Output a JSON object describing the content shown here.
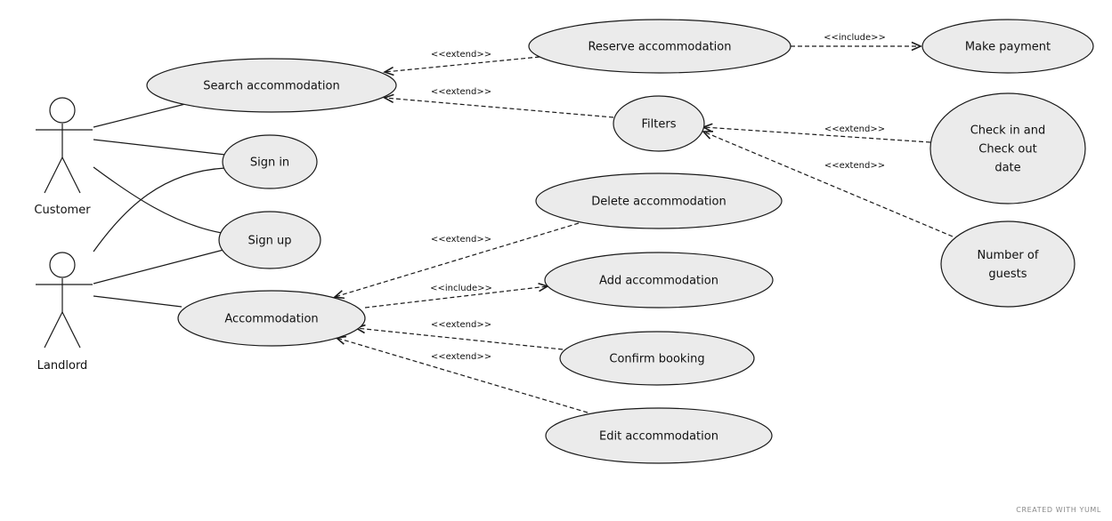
{
  "actors": [
    {
      "id": "customer",
      "label": "Customer"
    },
    {
      "id": "landlord",
      "label": "Landlord"
    }
  ],
  "use_cases": [
    {
      "id": "search",
      "lines": [
        "Search accommodation"
      ]
    },
    {
      "id": "reserve",
      "lines": [
        "Reserve accommodation"
      ]
    },
    {
      "id": "payment",
      "lines": [
        "Make payment"
      ]
    },
    {
      "id": "filters",
      "lines": [
        "Filters"
      ]
    },
    {
      "id": "checkin",
      "lines": [
        "Check in and",
        "Check out",
        "date"
      ]
    },
    {
      "id": "guests",
      "lines": [
        "Number of",
        "guests"
      ]
    },
    {
      "id": "signin",
      "lines": [
        "Sign in"
      ]
    },
    {
      "id": "signup",
      "lines": [
        "Sign up"
      ]
    },
    {
      "id": "delete",
      "lines": [
        "Delete accommodation"
      ]
    },
    {
      "id": "add",
      "lines": [
        "Add accommodation"
      ]
    },
    {
      "id": "accommodation",
      "lines": [
        "Accommodation"
      ]
    },
    {
      "id": "confirm",
      "lines": [
        "Confirm booking"
      ]
    },
    {
      "id": "edit",
      "lines": [
        "Edit accommodation"
      ]
    }
  ],
  "associations": [
    {
      "actor": "customer",
      "use_case": "search"
    },
    {
      "actor": "customer",
      "use_case": "signin"
    },
    {
      "actor": "customer",
      "use_case": "signup"
    },
    {
      "actor": "landlord",
      "use_case": "signin"
    },
    {
      "actor": "landlord",
      "use_case": "signup"
    },
    {
      "actor": "landlord",
      "use_case": "accommodation"
    }
  ],
  "relationships": [
    {
      "from": "reserve",
      "to": "search",
      "type": "extend",
      "label": "<<extend>>"
    },
    {
      "from": "reserve",
      "to": "payment",
      "type": "include",
      "label": "<<include>>"
    },
    {
      "from": "filters",
      "to": "search",
      "type": "extend",
      "label": "<<extend>>"
    },
    {
      "from": "checkin",
      "to": "filters",
      "type": "extend",
      "label": "<<extend>>"
    },
    {
      "from": "guests",
      "to": "filters",
      "type": "extend",
      "label": "<<extend>>"
    },
    {
      "from": "delete",
      "to": "accommodation",
      "type": "extend",
      "label": "<<extend>>"
    },
    {
      "from": "accommodation",
      "to": "add",
      "type": "include",
      "label": "<<include>>"
    },
    {
      "from": "confirm",
      "to": "accommodation",
      "type": "extend",
      "label": "<<extend>>"
    },
    {
      "from": "edit",
      "to": "accommodation",
      "type": "extend",
      "label": "<<extend>>"
    }
  ],
  "footer": {
    "credit": "CREATED WITH YUML"
  }
}
